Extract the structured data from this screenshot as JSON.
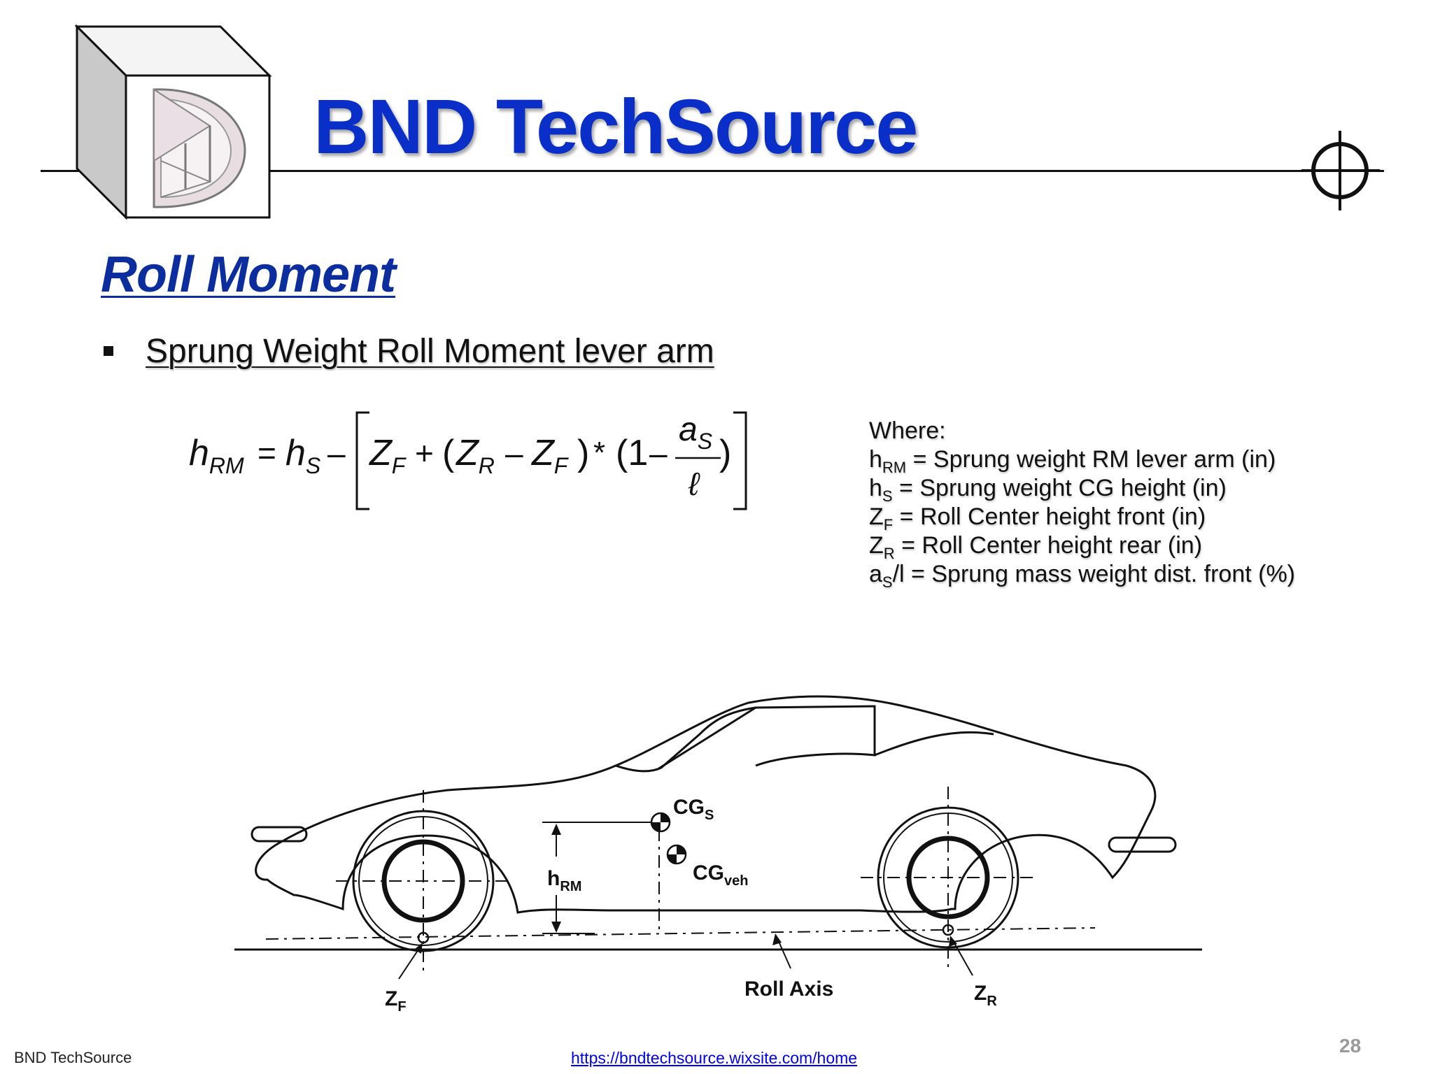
{
  "header": {
    "brand_title": "BND TechSource",
    "logo_name": "bnd-cube-logo",
    "target_icon": "crosshair-icon",
    "accent_color": "#0a2fc9"
  },
  "slide": {
    "section_title": "Roll Moment",
    "bullet": "Sprung Weight Roll Moment lever arm"
  },
  "formula": {
    "h_rm": "h",
    "h_rm_sub": "RM",
    "h_s": "h",
    "h_s_sub": "S",
    "z_f": "Z",
    "z_f_sub": "F",
    "z_r": "Z",
    "z_r_sub": "R",
    "a_s": "a",
    "a_s_sub": "S",
    "ell": "ℓ",
    "one": "(1"
  },
  "where": {
    "heading": "Where:",
    "items": [
      {
        "sym": "h",
        "sub": "RM",
        "desc": " = Sprung weight RM lever arm (in)"
      },
      {
        "sym": "h",
        "sub": "S",
        "desc": " = Sprung weight CG height (in)"
      },
      {
        "sym": "Z",
        "sub": "F",
        "desc": " = Roll Center height front (in)"
      },
      {
        "sym": "Z",
        "sub": "R",
        "desc": " = Roll Center height rear (in)"
      },
      {
        "sym": "a",
        "sub": "S",
        "desc": "/l = Sprung mass weight dist. front (%)"
      }
    ]
  },
  "diagram": {
    "cgs": "CG",
    "cgs_sub": "S",
    "cgveh": "CG",
    "cgveh_sub": "veh",
    "hrm": "h",
    "hrm_sub": "RM",
    "zf": "Z",
    "zf_sub": "F",
    "zr": "Z",
    "zr_sub": "R",
    "roll_axis": "Roll Axis"
  },
  "footer": {
    "left": "BND TechSource",
    "link": "https://bndtechsource.wixsite.com/home",
    "page_number": "28"
  }
}
